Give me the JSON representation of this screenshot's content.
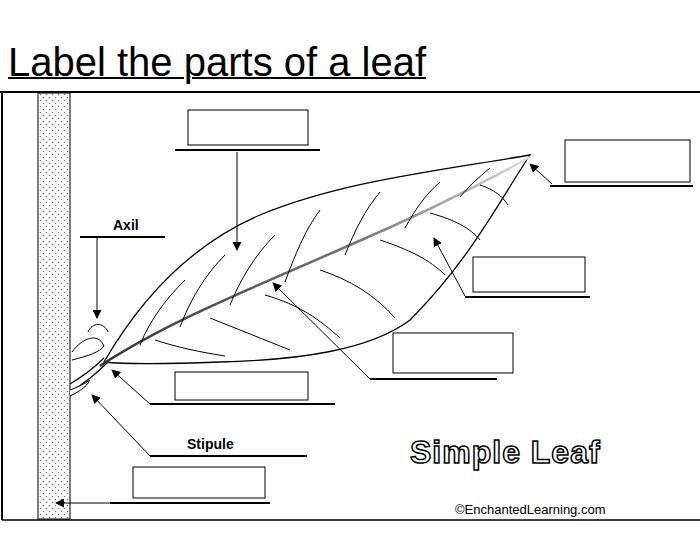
{
  "diagram": {
    "title": "Label the parts of a leaf",
    "labels": [
      "Axil",
      "Stipule",
      "Simple Leaf",
      "©EnchantedLearning.com"
    ]
  }
}
